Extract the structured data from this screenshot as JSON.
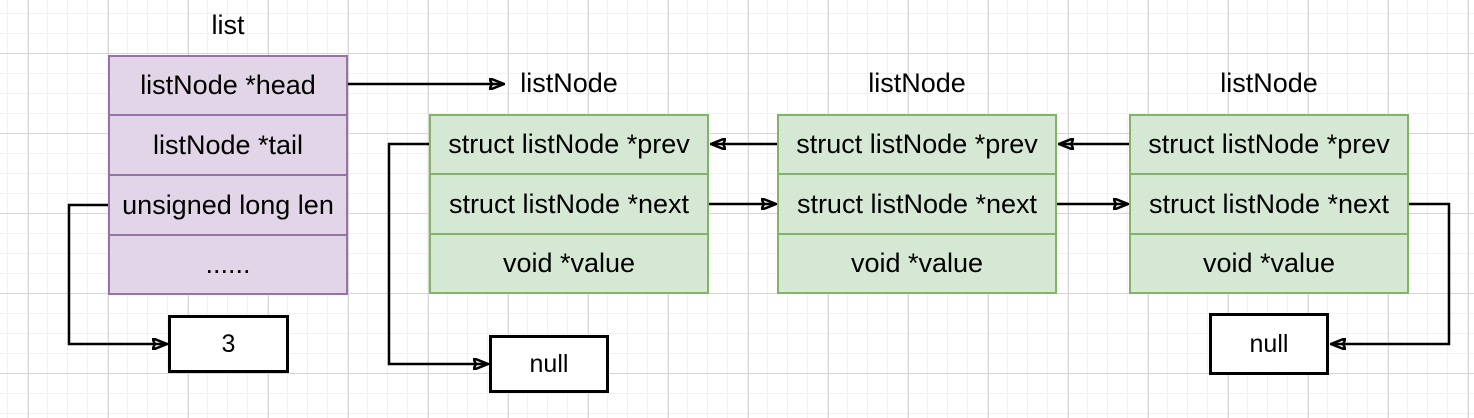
{
  "list_box": {
    "title": "list",
    "rows": [
      "listNode *head",
      "listNode *tail",
      "unsigned long len",
      "......"
    ]
  },
  "nodes": [
    {
      "title": "listNode",
      "rows": [
        "struct listNode *prev",
        "struct listNode *next",
        "void *value"
      ]
    },
    {
      "title": "listNode",
      "rows": [
        "struct listNode *prev",
        "struct listNode *next",
        "void *value"
      ]
    },
    {
      "title": "listNode",
      "rows": [
        "struct listNode *prev",
        "struct listNode *next",
        "void *value"
      ]
    }
  ],
  "values": {
    "len": "3",
    "null_head": "null",
    "null_tail": "null"
  },
  "colors": {
    "list_fill": "#e1d5e7",
    "list_border": "#9673a6",
    "node_fill": "#d5e8d4",
    "node_border": "#82b366",
    "connector": "#000000",
    "grid_minor": "#f1f1f1",
    "grid_major": "#d6d6d6"
  }
}
